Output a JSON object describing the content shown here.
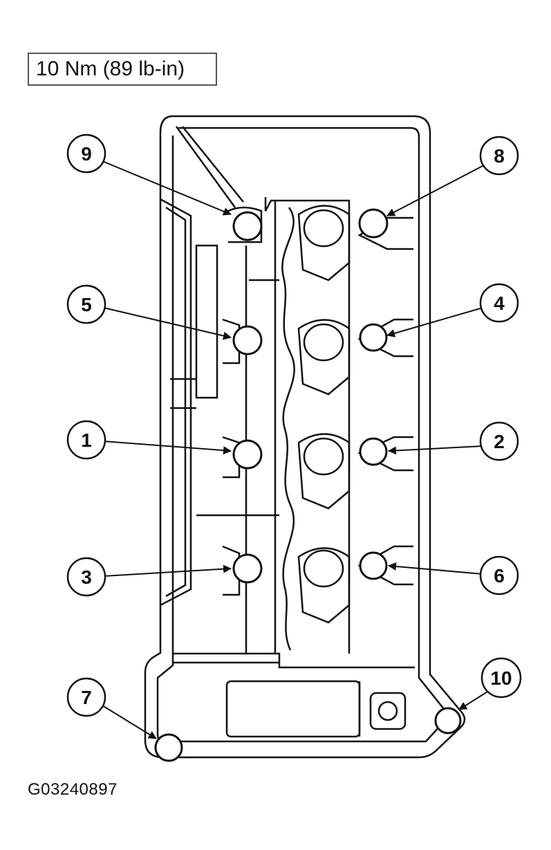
{
  "torque_spec": "10 Nm (89 lb-in)",
  "figure_id": "G03240897",
  "callouts": [
    "1",
    "2",
    "3",
    "4",
    "5",
    "6",
    "7",
    "8",
    "9",
    "10"
  ],
  "colors": {
    "line": "#111111",
    "panel": "#ffffff"
  }
}
